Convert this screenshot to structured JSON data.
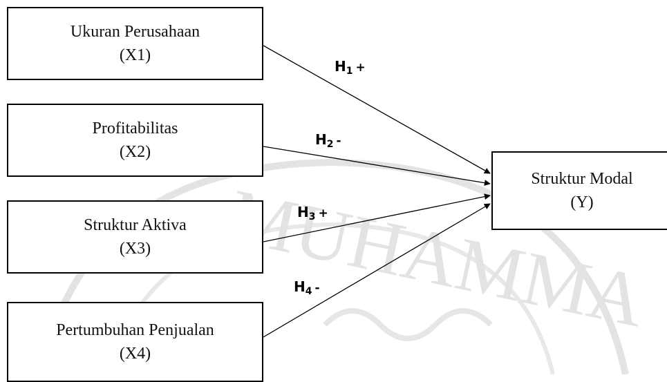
{
  "diagram": {
    "independent_variables": [
      {
        "name": "Ukuran Perusahaan",
        "code": "(X1)"
      },
      {
        "name": "Profitabilitas",
        "code": "(X2)"
      },
      {
        "name": "Struktur Aktiva",
        "code": "(X3)"
      },
      {
        "name": "Pertumbuhan Penjualan",
        "code": "(X4)"
      }
    ],
    "dependent_variable": {
      "name": "Struktur Modal",
      "code": "(Y)"
    },
    "hypotheses": [
      {
        "letter": "H",
        "number": "1",
        "sign": "+"
      },
      {
        "letter": "H",
        "number": "2",
        "sign": "-"
      },
      {
        "letter": "H",
        "number": "3",
        "sign": "+"
      },
      {
        "letter": "H",
        "number": "4",
        "sign": "-"
      }
    ],
    "watermark_text": "MUHAMMA"
  },
  "colors": {
    "line": "#000000",
    "box_border": "#000000",
    "text": "#111111",
    "watermark": "#d9d9d9"
  },
  "icons": {
    "arrowhead": "arrowhead-icon"
  }
}
